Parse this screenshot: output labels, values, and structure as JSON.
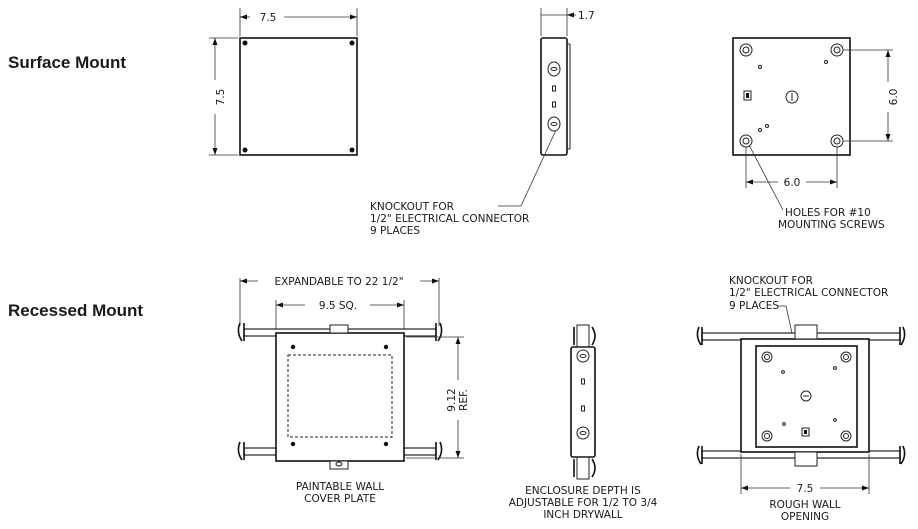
{
  "rows": {
    "surface_label": "Surface Mount",
    "recessed_label": "Recessed Mount"
  },
  "surface": {
    "front_width": "7.5",
    "front_height": "7.5",
    "side_depth": "1.7",
    "knockout_note_1": "KNOCKOUT FOR",
    "knockout_note_2": "1/2\" ELECTRICAL CONNECTOR",
    "knockout_note_3": "9 PLACES",
    "back_width": "6.0",
    "back_height": "6.0",
    "holes_note_1": "HOLES FOR #10",
    "holes_note_2": "MOUNTING SCREWS"
  },
  "recessed": {
    "expandable": "EXPANDABLE TO 22 1/2\"",
    "cover_width": "9.5 SQ.",
    "cover_height": "9.12",
    "cover_height_ref": "REF.",
    "cover_note_1": "PAINTABLE WALL",
    "cover_note_2": "COVER PLATE",
    "depth_note_1": "ENCLOSURE DEPTH IS",
    "depth_note_2": "ADJUSTABLE FOR 1/2 TO 3/4",
    "depth_note_3": "INCH DRYWALL",
    "knockout_note_1": "KNOCKOUT FOR",
    "knockout_note_2": "1/2\" ELECTRICAL CONNECTOR",
    "knockout_note_3": "9 PLACES",
    "opening_width": "7.5",
    "opening_note_1": "ROUGH WALL",
    "opening_note_2": "OPENING"
  }
}
